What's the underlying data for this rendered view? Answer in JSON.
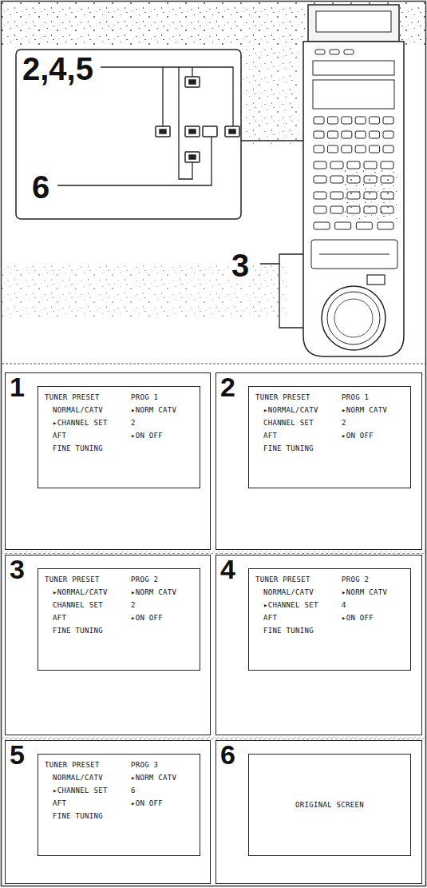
{
  "diagram": {
    "nodes": [
      {
        "text": [
          "1"
        ]
      },
      {
        "text": [
          "TUNER PRESET",
          "PROG 1",
          "NORMAL/CATV",
          "▸NORM CATV",
          "▸CHANNEL SET",
          "2",
          "AFT",
          "▸ON OFF",
          "FINE TUNING"
        ],
        "in": 0
      },
      {
        "text": [
          "2"
        ]
      },
      {
        "text": [
          "TUNER PRESET",
          "PROG 1",
          "▸NORMAL/CATV",
          "▸NORM CATV",
          "CHANNEL SET",
          "2",
          "AFT",
          "▸ON OFF",
          "FINE TUNING"
        ],
        "in": 2
      },
      {
        "text": [
          "3"
        ]
      },
      {
        "text": [
          "TUNER PRESET",
          "PROG 2",
          "▸NORMAL/CATV",
          "▸NORM CATV",
          "CHANNEL SET",
          "2",
          "AFT",
          "▸ON OFF",
          "FINE TUNING"
        ],
        "in": 4
      },
      {
        "text": [
          "4"
        ]
      },
      {
        "text": [
          "TUNER PRESET",
          "PROG 2",
          "NORMAL/CATV",
          "▸NORM CATV",
          "▸CHANNEL SET",
          "4",
          "AFT",
          "▸ON OFF",
          "FINE TUNING"
        ],
        "in": 6
      },
      {
        "text": [
          "5"
        ]
      },
      {
        "text": [
          "TUNER PRESET",
          "PROG 3",
          "NORMAL/CATV",
          "▸NORM CATV",
          "▸CHANNEL SET",
          "6",
          "AFT",
          "▸ON OFF",
          "FINE TUNING"
        ],
        "in": 8
      },
      {
        "text": [
          "6"
        ]
      },
      {
        "text": [
          "ORIGINAL SCREEN"
        ],
        "in": 10
      }
    ],
    "labels": [
      "2,4,5",
      "6",
      "3"
    ]
  }
}
